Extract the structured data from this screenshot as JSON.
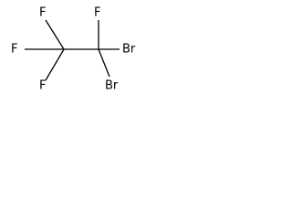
{
  "molecule": {
    "atoms": {
      "c1_fluorine_top": "F",
      "c1_fluorine_left": "F",
      "c1_fluorine_bottom": "F",
      "c2_fluorine_top": "F",
      "c2_bromine_right": "Br",
      "c2_bromine_bottom": "Br"
    }
  }
}
